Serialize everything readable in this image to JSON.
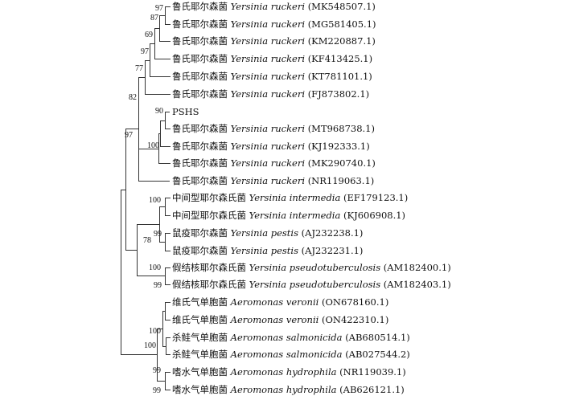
{
  "tree": {
    "leaves": [
      {
        "cn": "鲁氏耶尔森菌",
        "sp": "Yersinia ruckeri",
        "acc": "(MK548507.1)"
      },
      {
        "cn": "鲁氏耶尔森菌",
        "sp": "Yersinia ruckeri",
        "acc": "(MG581405.1)"
      },
      {
        "cn": "鲁氏耶尔森菌",
        "sp": "Yersinia ruckeri",
        "acc": "(KM220887.1)"
      },
      {
        "cn": "鲁氏耶尔森菌",
        "sp": "Yersinia ruckeri",
        "acc": "(KF413425.1)"
      },
      {
        "cn": "鲁氏耶尔森菌",
        "sp": "Yersinia ruckeri",
        "acc": "(KT781101.1)"
      },
      {
        "cn": "鲁氏耶尔森菌",
        "sp": "Yersinia ruckeri",
        "acc": "(FJ873802.1)"
      },
      {
        "cn": "",
        "sp": "",
        "acc": "PSHS"
      },
      {
        "cn": "鲁氏耶尔森菌",
        "sp": "Yersinia ruckeri",
        "acc": "(MT968738.1)"
      },
      {
        "cn": "鲁氏耶尔森菌",
        "sp": "Yersinia ruckeri",
        "acc": "(KJ192333.1)"
      },
      {
        "cn": "鲁氏耶尔森菌",
        "sp": "Yersinia ruckeri",
        "acc": "(MK290740.1)"
      },
      {
        "cn": "鲁氏耶尔森菌",
        "sp": "Yersinia ruckeri",
        "acc": "(NR119063.1)"
      },
      {
        "cn": "中间型耶尔森氏菌",
        "sp": "Yersinia intermedia",
        "acc": "(EF179123.1)"
      },
      {
        "cn": "中间型耶尔森氏菌",
        "sp": "Yersinia intermedia",
        "acc": "(KJ606908.1)"
      },
      {
        "cn": "鼠疫耶尔森菌",
        "sp": "Yersinia pestis",
        "acc": "(AJ232238.1)"
      },
      {
        "cn": "鼠疫耶尔森菌",
        "sp": "Yersinia pestis",
        "acc": "(AJ232231.1)"
      },
      {
        "cn": "假结核耶尔森氏菌",
        "sp": "Yersinia pseudotuberculosis",
        "acc": "(AM182400.1)"
      },
      {
        "cn": "假结核耶尔森氏菌",
        "sp": "Yersinia pseudotuberculosis",
        "acc": "(AM182403.1)"
      },
      {
        "cn": "维氏气单胞菌",
        "sp": "Aeromonas veronii",
        "acc": "(ON678160.1)"
      },
      {
        "cn": "维氏气单胞菌",
        "sp": "Aeromonas veronii",
        "acc": "(ON422310.1)"
      },
      {
        "cn": "杀鲑气单胞菌",
        "sp": "Aeromonas salmonicida",
        "acc": "(AB680514.1)"
      },
      {
        "cn": "杀鲑气单胞菌",
        "sp": "Aeromonas salmonicida",
        "acc": "(AB027544.2)"
      },
      {
        "cn": "嗜水气单胞菌",
        "sp": "Aeromonas hydrophila",
        "acc": "(NR119039.1)"
      },
      {
        "cn": "嗜水气单胞菌",
        "sp": "Aeromonas hydrophila",
        "acc": "(AB626121.1)"
      }
    ],
    "bootstrap": [
      "97",
      "87",
      "69",
      "97",
      "77",
      "82",
      "90",
      "100",
      "97",
      "100",
      "99",
      "78",
      "100",
      "99",
      "100",
      "100",
      "99",
      "99"
    ]
  }
}
